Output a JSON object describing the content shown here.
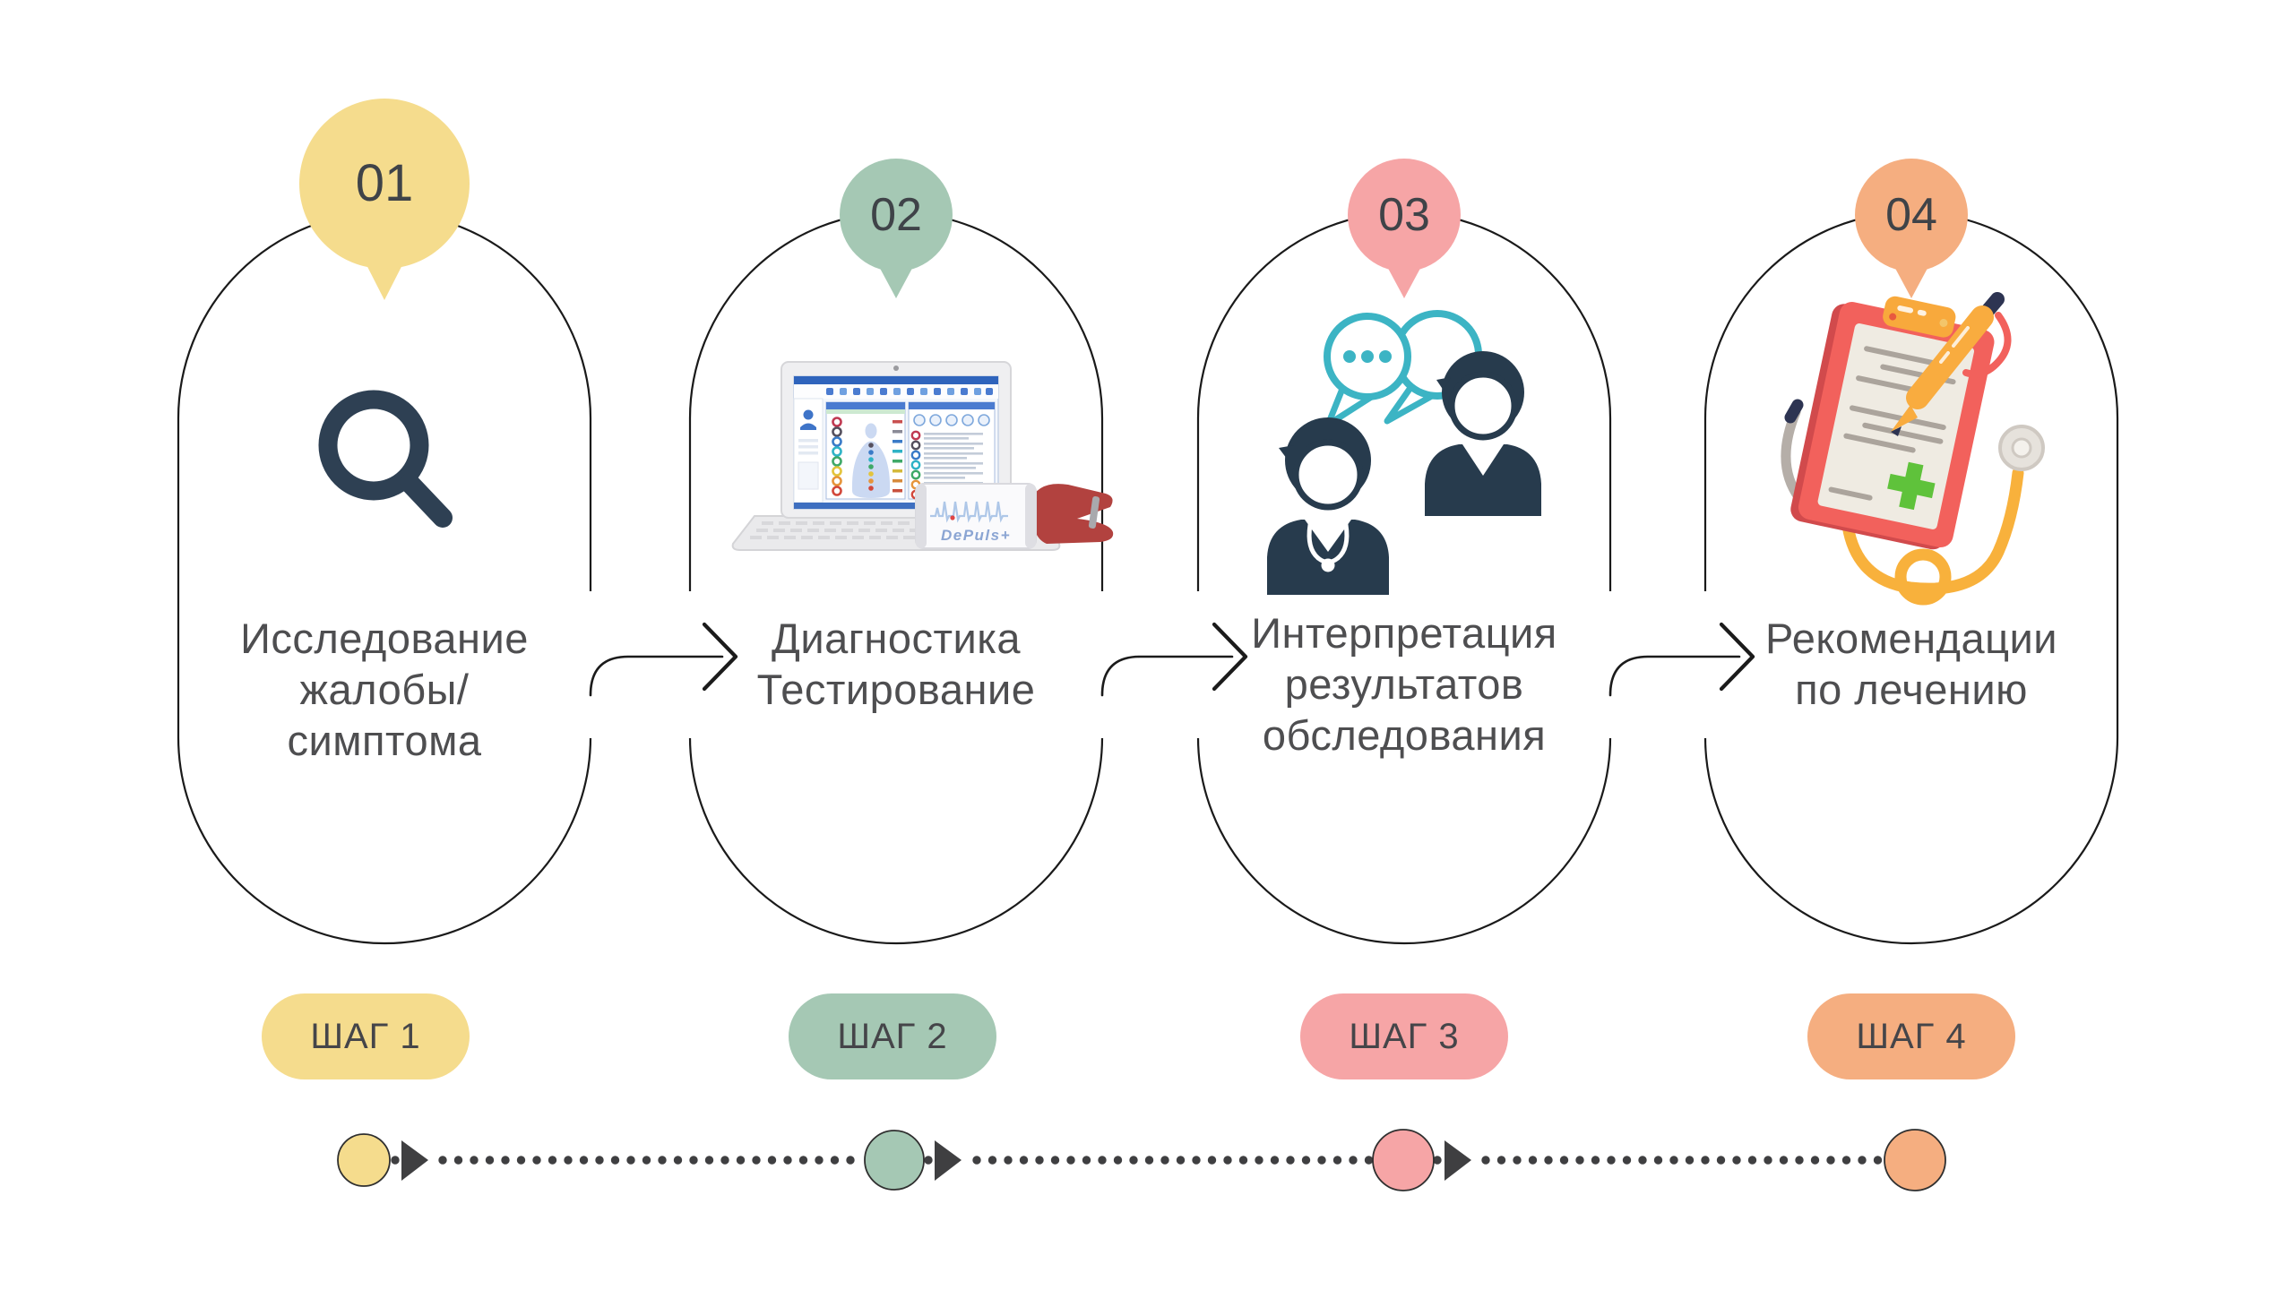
{
  "steps": [
    {
      "number": "01",
      "icon": "magnifier-search-icon",
      "title_lines": [
        "Исследование",
        "жалобы/",
        "симптома"
      ],
      "badge_label": "ШАГ 1",
      "color": "#F5DC8D"
    },
    {
      "number": "02",
      "icon": "laptop-diagnostic-device",
      "title_lines": [
        "Диагностика",
        "Тестирование"
      ],
      "badge_label": "ШАГ 2",
      "color": "#A5C8B4"
    },
    {
      "number": "03",
      "icon": "doctors-discussion-icon",
      "title_lines": [
        "Интерпретация",
        "результатов",
        "обследования"
      ],
      "badge_label": "ШАГ 3",
      "color": "#F6A5A6"
    },
    {
      "number": "04",
      "icon": "clipboard-stethoscope-icon",
      "title_lines": [
        "Рекомендации",
        "по лечению"
      ],
      "badge_label": "ШАГ 4",
      "color": "#F5AE80"
    }
  ],
  "device_label": "DePuls+",
  "colors": {
    "background": "#FFFFFF",
    "capsule_outline": "#1A1A1A",
    "title_text": "#4E4E50",
    "number_text": "#3F4348",
    "badge_text": "#454549",
    "timeline_dark": "#3F3F41",
    "icon_navy": "#2E4053",
    "speech_teal": "#3CB4C4",
    "clipboard_red": "#F2615C",
    "accent_orange": "#F8A93C",
    "green_cross": "#5FC23B"
  }
}
